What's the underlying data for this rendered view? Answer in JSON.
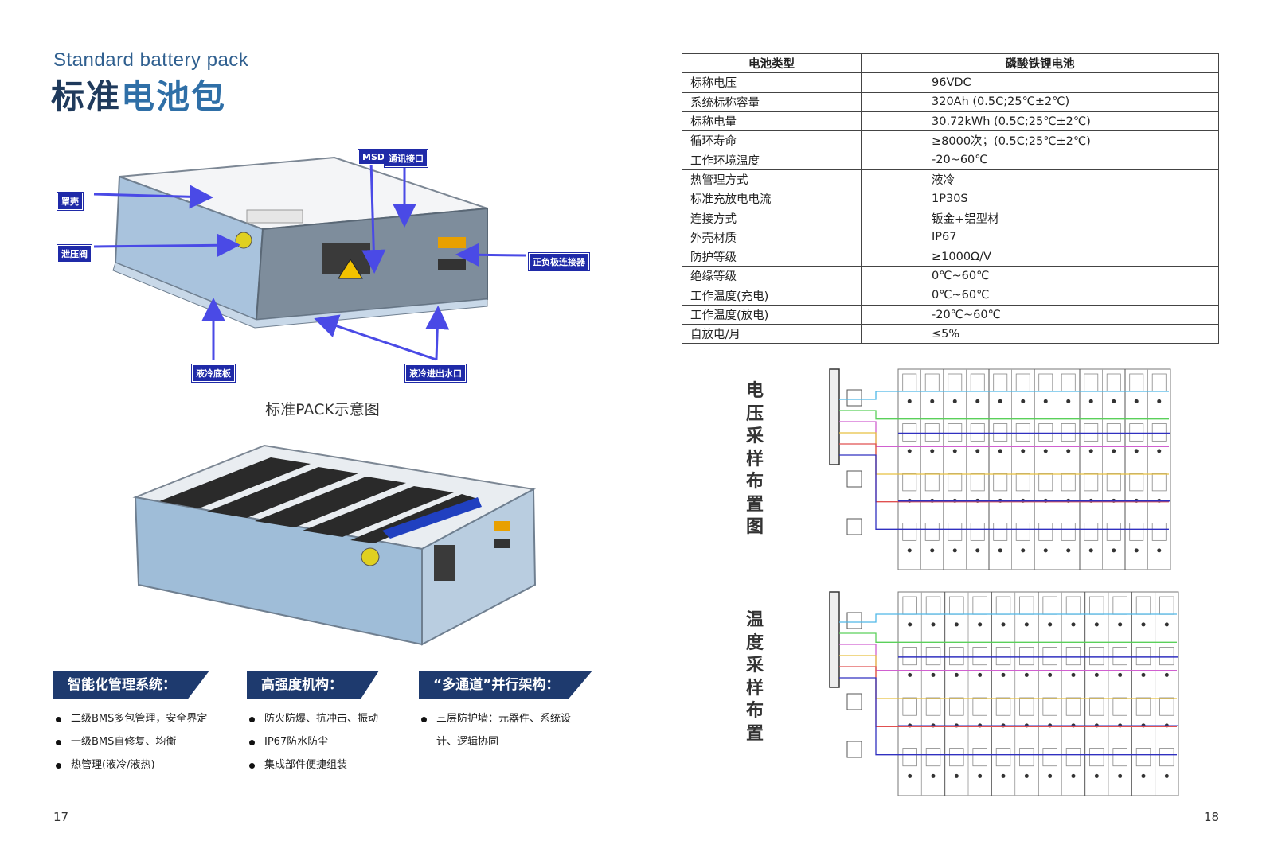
{
  "header": {
    "title_en": "Standard battery pack",
    "title_cn_a": "标准",
    "title_cn_b": "电池包"
  },
  "pack_caption": "标准PACK示意图",
  "callouts": {
    "cover": "罩壳",
    "relief_valve": "泄压阀",
    "msd": "MSD",
    "comm_port": "通讯接口",
    "connector": "正负极连接器",
    "cooling_plate": "液冷底板",
    "coolant_port": "液冷进出水口"
  },
  "features": [
    {
      "title": "智能化管理系统：",
      "items": [
        "二级BMS多包管理，安全界定",
        "一级BMS自修复、均衡",
        "热管理(液冷/液热)"
      ]
    },
    {
      "title": "高强度机构：",
      "items": [
        "防火防爆、抗冲击、振动",
        "IP67防水防尘",
        "集成部件便捷组装"
      ]
    },
    {
      "title": "“多通道”并行架构：",
      "items": [
        "三层防护墙：元器件、系统设计、逻辑协同"
      ]
    }
  ],
  "spec_table": {
    "header": [
      "电池类型",
      "磷酸铁锂电池"
    ],
    "rows": [
      [
        "标称电压",
        "96VDC"
      ],
      [
        "系统标称容量",
        "320Ah (0.5C;25℃±2℃)"
      ],
      [
        "标称电量",
        "30.72kWh (0.5C;25℃±2℃)"
      ],
      [
        "循环寿命",
        "≥8000次；(0.5C;25℃±2℃)"
      ],
      [
        "工作环境温度",
        "-20~60℃"
      ],
      [
        "热管理方式",
        "液冷"
      ],
      [
        "标准充放电电流",
        "1P30S"
      ],
      [
        "连接方式",
        "钣金+铝型材"
      ],
      [
        "外壳材质",
        "IP67"
      ],
      [
        "防护等级",
        "≥1000Ω/V"
      ],
      [
        "绝缘等级",
        "0℃~60℃"
      ],
      [
        "工作温度(充电)",
        "0℃~60℃"
      ],
      [
        "工作温度(放电)",
        "-20℃~60℃"
      ],
      [
        "自放电/月",
        "≤5%"
      ]
    ]
  },
  "diagram_labels": {
    "voltage": "电压采样布置图",
    "temperature": "温度采样布置"
  },
  "page_numbers": {
    "left": "17",
    "right": "18"
  },
  "colors": {
    "brand": "#1e3a6e",
    "accent": "#2f6fa7",
    "callout": "#1f2aa8",
    "arrow": "#4a4ae6"
  }
}
